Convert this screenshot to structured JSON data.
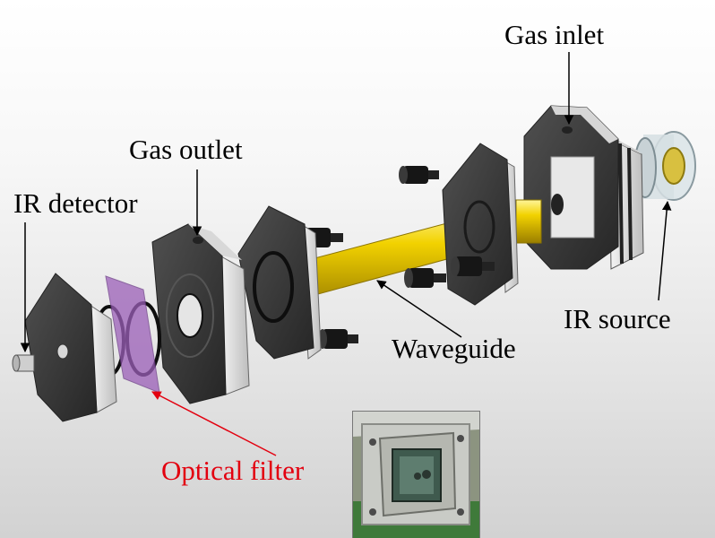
{
  "labels": {
    "gas_inlet": "Gas inlet",
    "gas_outlet": "Gas outlet",
    "ir_detector": "IR detector",
    "ir_source": "IR source",
    "waveguide": "Waveguide",
    "optical_filter": "Optical filter"
  },
  "colors": {
    "block_dark": "#3b3b3b",
    "block_light": "#e9e9e9",
    "waveguide_yellow": "#f2d200",
    "filter_purple": "#9b5fb8",
    "callout_red": "#e3000f",
    "o_ring": "#101010"
  },
  "icons": {
    "photo_inset": "assembled-sensor-photo"
  }
}
